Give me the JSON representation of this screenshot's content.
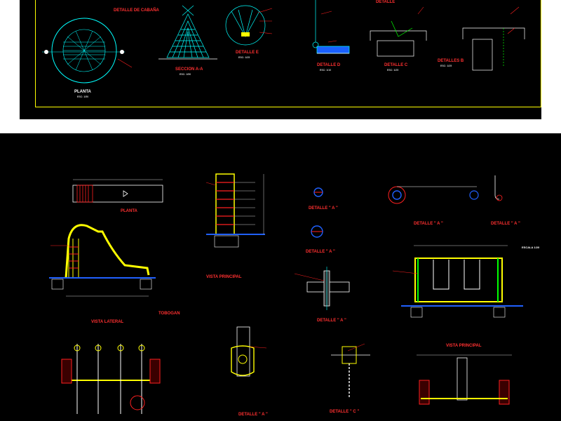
{
  "upper": {
    "titles": {
      "detalle_cabana": "DETALLE DE CABAÑA",
      "planta": "PLANTA",
      "planta_scale": "ESC: 1/50",
      "seccion": "SECCION A-A",
      "seccion_scale": "ESC: 1/50",
      "detalle_e": "DETALLE E",
      "detalle_e_scale": "ESC: 1/25",
      "detalle_d": "DETALLE D",
      "detalle_d_scale": "ESC: 1/10",
      "detalle_c": "DETALLE C",
      "detalle_c_scale": "ESC: 1/25",
      "detalle_b": "DETALLES B",
      "detalle_b_scale": "ESC: 1/25",
      "detalle_top": "DETALLE"
    }
  },
  "lower": {
    "titles": {
      "planta": "PLANTA",
      "vista_lateral": "VISTA LATERAL",
      "tobogan": "TOBOGAN",
      "vista_principal_1": "VISTA PRINCIPAL",
      "detalle_a1": "DETALLE \" A \"",
      "detalle_a2": "DETALLE \" A \"",
      "detalle_a3": "DETALLE \" A \"",
      "detalle_a4": "DETALLE \" A \"",
      "detalle_a5": "DETALLE \" A \"",
      "detalle_c": "DETALLE \" C \"",
      "detalle_a6": "DETALLE \" A \"",
      "vista_principal_2": "VISTA PRINCIPAL",
      "escala": "ESC: 1/20",
      "right_note": "ESCALA 1/20"
    }
  },
  "colors": {
    "background": "#000000",
    "frame": "#ffff00",
    "red": "#ff2020",
    "yellow": "#ffff00",
    "cyan": "#00ffff",
    "blue": "#2060ff",
    "white": "#ffffff",
    "green": "#00ff00",
    "magenta": "#ff00ff"
  }
}
